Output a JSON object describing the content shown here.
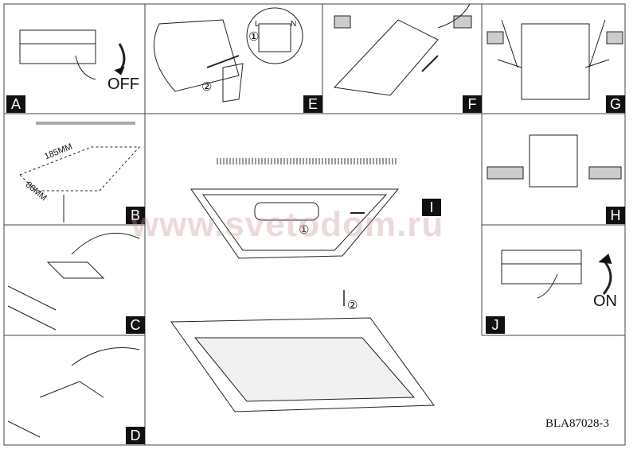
{
  "panels": {
    "a": "A",
    "b": "B",
    "c": "C",
    "d": "D",
    "e": "E",
    "f": "F",
    "g": "G",
    "h": "H",
    "i": "I",
    "j": "J"
  },
  "texts": {
    "off": "OFF",
    "on": "ON",
    "dim_length": "185MM",
    "dim_width": "88MM",
    "step1": "①",
    "step2": "②",
    "terminal_l": "L",
    "terminal_n": "N"
  },
  "watermark": "www.svetodom.ru",
  "model_code": "BLA87028-3"
}
